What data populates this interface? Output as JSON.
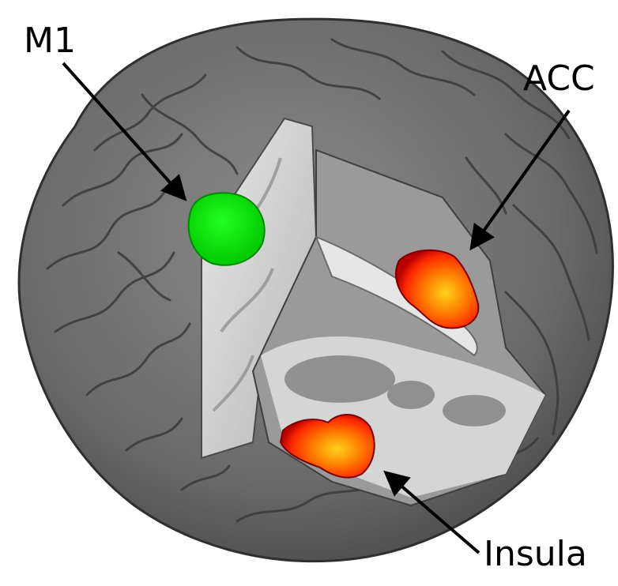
{
  "labels": {
    "m1": "M1",
    "acc": "ACC",
    "insula": "Insula"
  },
  "colors": {
    "background": "#ffffff",
    "brain_gray": "#6f6f6f",
    "sulcus": "#3c3c3c",
    "white_matter": "#d9d9d9",
    "m1_region": "#00e000",
    "activation_hot": "#ff3300",
    "activation_core": "#ffcc00",
    "arrow": "#000000"
  }
}
